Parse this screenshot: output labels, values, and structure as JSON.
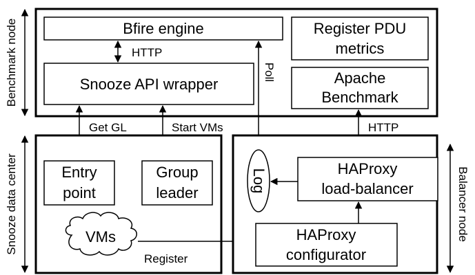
{
  "benchmark_node": {
    "side_label": "Benchmark node",
    "bfire_engine": "Bfire engine",
    "http_top": "HTTP",
    "snooze_api_wrapper": "Snooze API wrapper",
    "poll": "Poll",
    "register_pdu_line1": "Register PDU",
    "register_pdu_line2": "metrics",
    "apache_line1": "Apache",
    "apache_line2": "Benchmark"
  },
  "connections": {
    "get_gl": "Get GL",
    "start_vms": "Start VMs",
    "http_right": "HTTP",
    "register": "Register"
  },
  "snooze_data_center": {
    "side_label": "Snooze data center",
    "entry_point_line1": "Entry",
    "entry_point_line2": "point",
    "group_leader_line1": "Group",
    "group_leader_line2": "leader",
    "vms": "VMs"
  },
  "balancer_node": {
    "side_label": "Balancer node",
    "log": "Log",
    "haproxy_lb_line1": "HAProxy",
    "haproxy_lb_line2": "load-balancer",
    "haproxy_conf_line1": "HAProxy",
    "haproxy_conf_line2": "configurator"
  },
  "colors": {
    "stroke": "#000000",
    "background": "#ffffff"
  }
}
